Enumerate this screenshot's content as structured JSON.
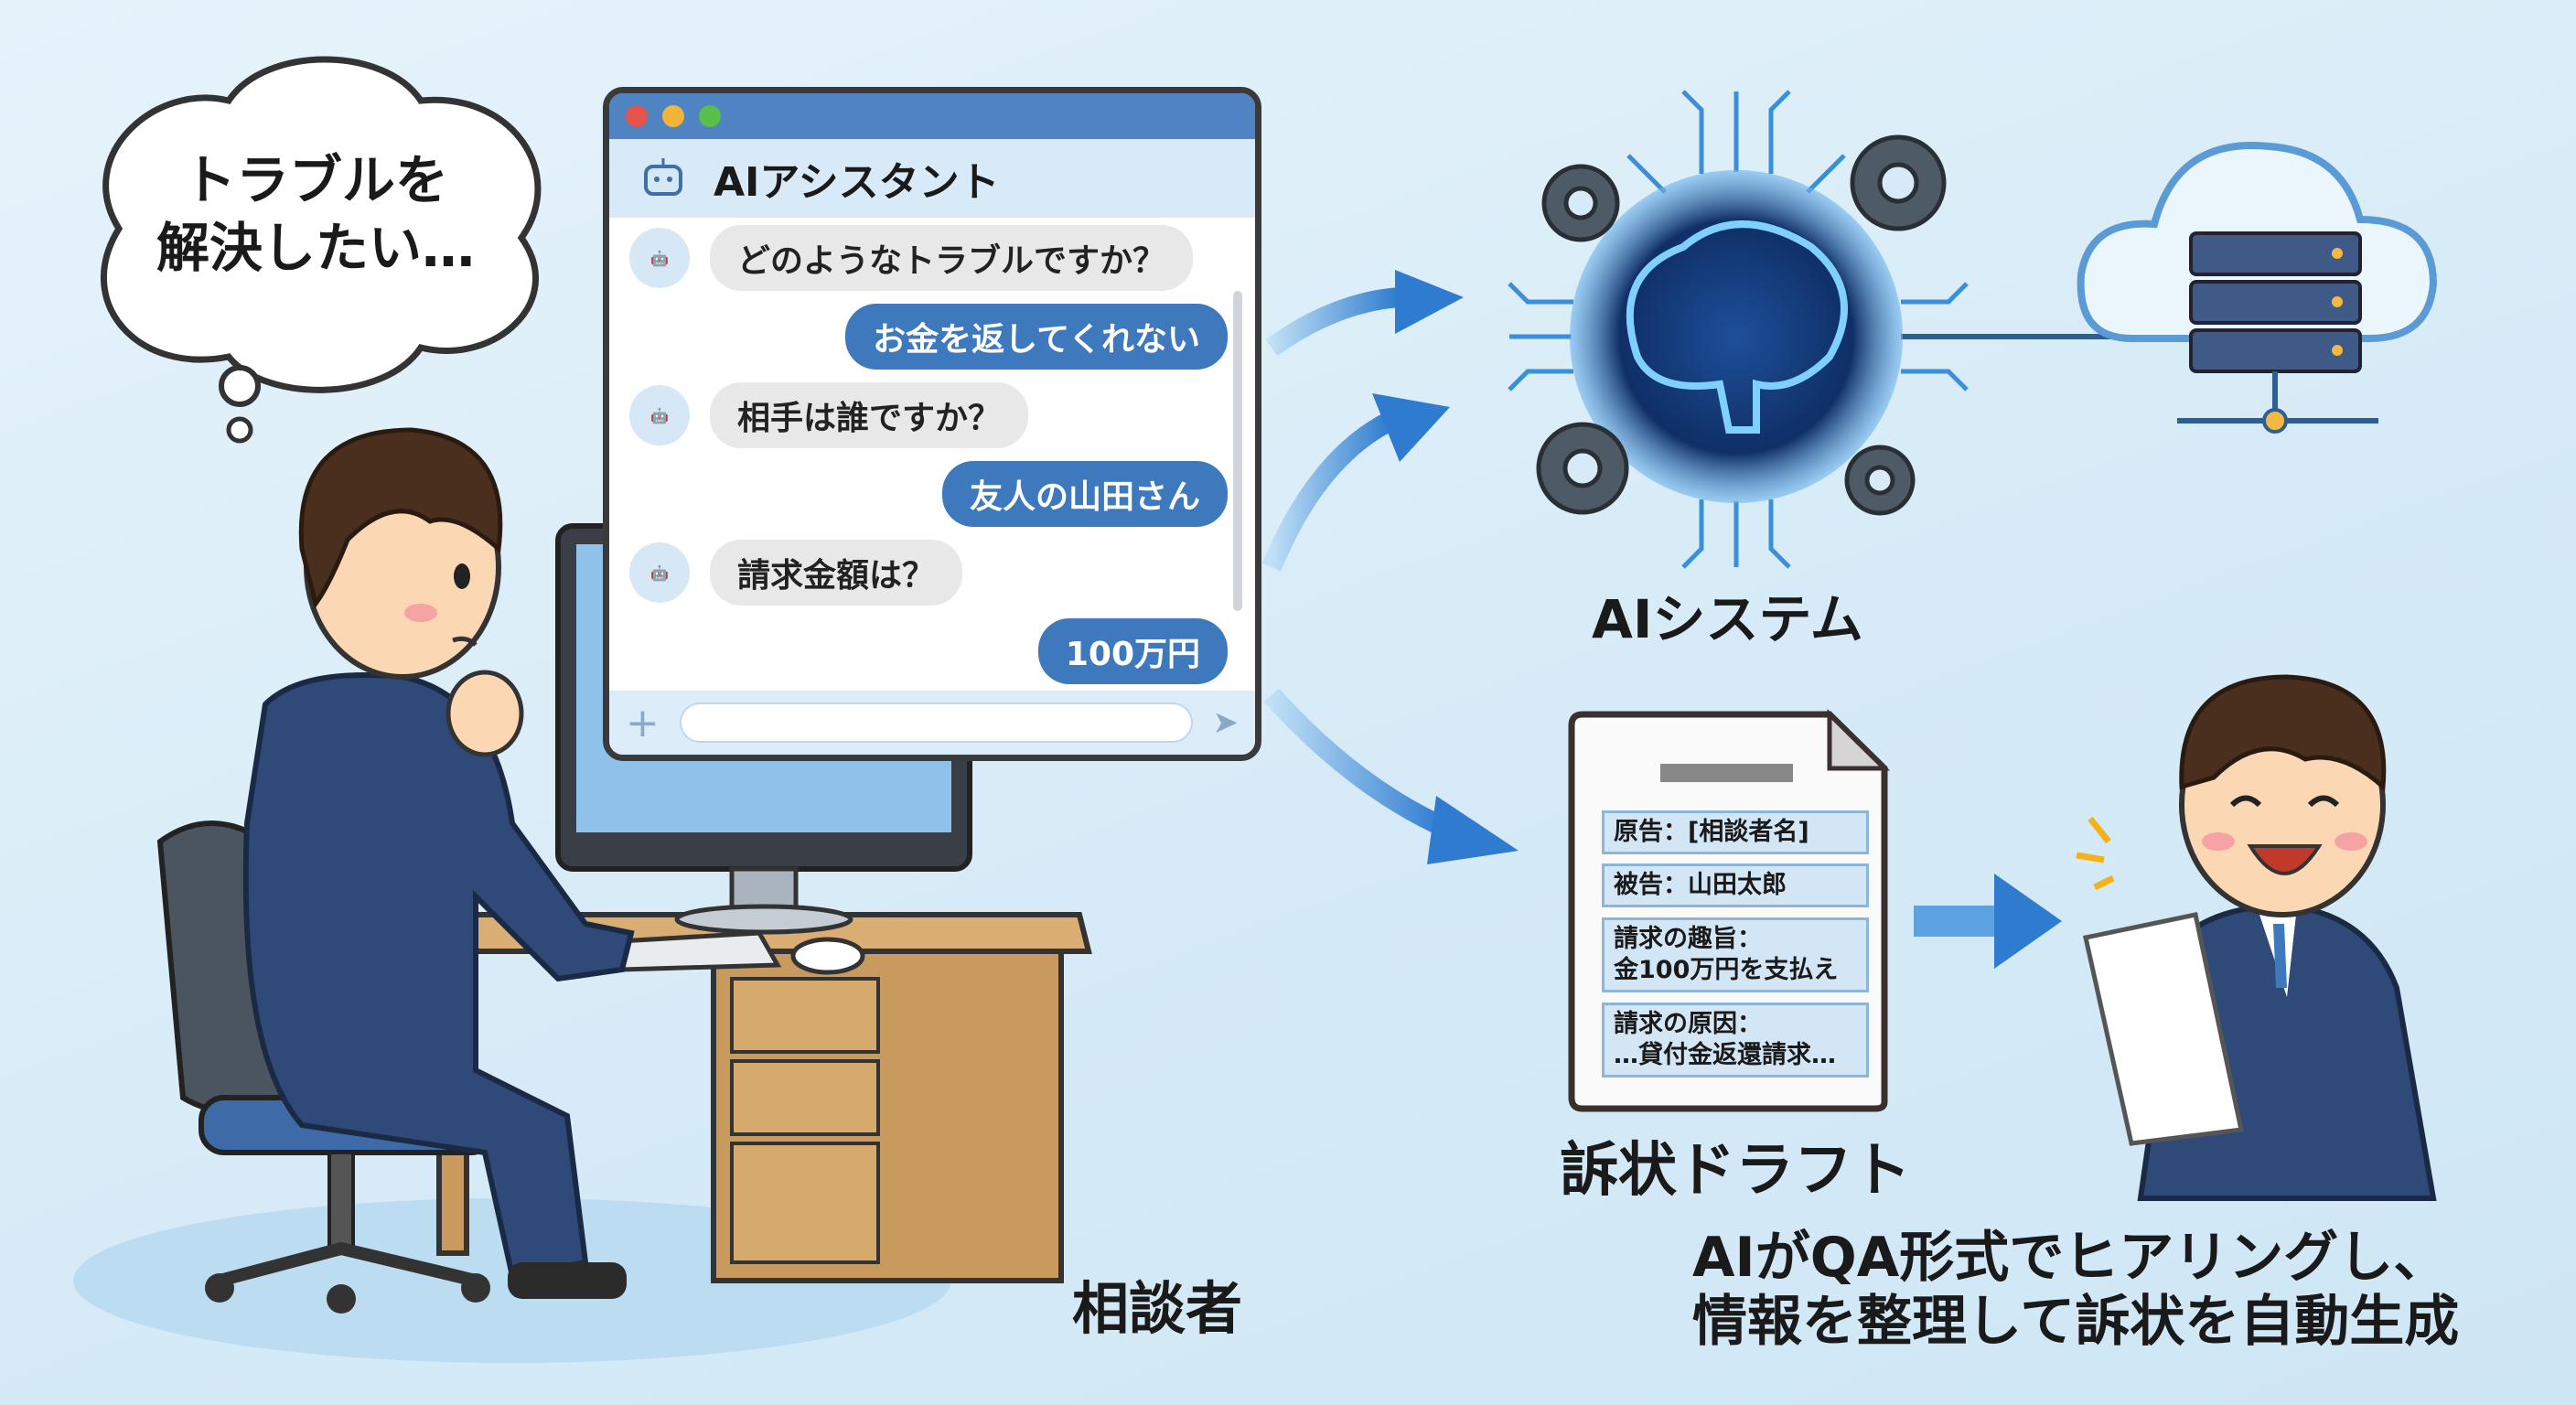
{
  "thought": {
    "line1": "トラブルを",
    "line2": "解決したい…"
  },
  "chat": {
    "title": "AIアシスタント",
    "messages": [
      {
        "role": "bot",
        "text": "どのようなトラブルですか？"
      },
      {
        "role": "user",
        "text": "お金を返してくれない"
      },
      {
        "role": "bot",
        "text": "相手は誰ですか？"
      },
      {
        "role": "user",
        "text": "友人の山田さん"
      },
      {
        "role": "bot",
        "text": "請求金額は？"
      },
      {
        "role": "user",
        "text": "100万円"
      }
    ],
    "input_value": "",
    "plus_icon": "+",
    "send_icon": "➤"
  },
  "ai_system": {
    "label": "AIシステム"
  },
  "document": {
    "label": "訴状ドラフト",
    "fields": [
      "原告：[相談者名]",
      "被告：山田太郎",
      "請求の趣旨：\n金100万円を支払え",
      "請求の原因：\n…貸付金返還請求…"
    ]
  },
  "consultant": {
    "label": "相談者"
  },
  "caption": {
    "line1": "AIがQA形式でヒアリングし、",
    "line2": "情報を整理して訴状を自動生成"
  },
  "colors": {
    "accent": "#3f79bd",
    "background": "#dcedf8",
    "brain_glow": "#2f7fd6"
  }
}
